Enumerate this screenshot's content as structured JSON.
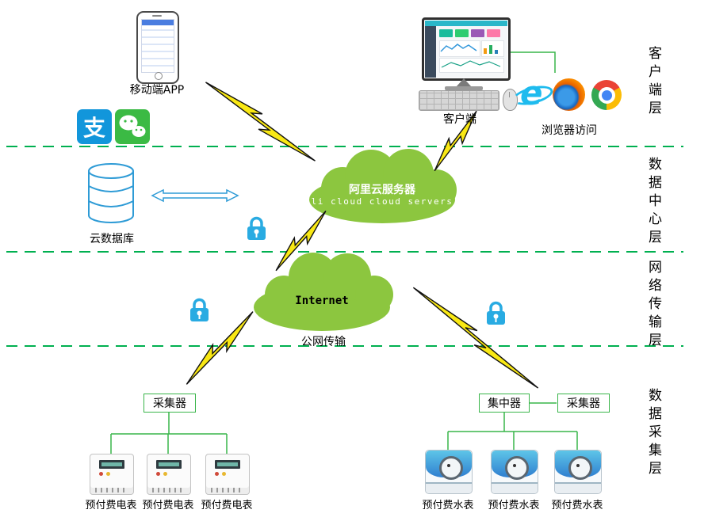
{
  "layer_labels": [
    "客户端层",
    "数据中心层",
    "网络传输层",
    "数据采集层"
  ],
  "client_layer": {
    "mobile_app": "移动端APP",
    "client": "客户端",
    "browser": "浏览器访问",
    "alipay_glyph": "支",
    "ie_glyph": "e"
  },
  "data_center": {
    "cloud_db": "云数据库",
    "ali_cloud_cn": "阿里云服务器",
    "ali_cloud_en": "li cloud  cloud servers"
  },
  "network": {
    "internet": "Internet",
    "public_transmission": "公网传输"
  },
  "collection": {
    "collector_left": "采集器",
    "concentrator": "集中器",
    "collector_right": "采集器",
    "electric_meter_labels": [
      "预付费电表",
      "预付费电表",
      "预付费电表"
    ],
    "water_meter_labels": [
      "预付费水表",
      "预付费水表",
      "预付费水表"
    ]
  },
  "icons": {
    "mobile_phone": "smartphone-icon",
    "alipay": "alipay-icon",
    "wechat": "wechat-icon",
    "desktop": "desktop-computer-icon",
    "ie": "internet-explorer-icon",
    "firefox": "firefox-icon",
    "chrome": "chrome-icon",
    "database": "database-cylinder-icon",
    "cloud": "cloud-icon",
    "lock": "security-lock-icon",
    "lightning": "lightning-link-icon"
  },
  "colors": {
    "divider_green": "#00B050",
    "connector_green": "#39B54A",
    "cloud_green": "#8CC63F",
    "lock_blue": "#29ABE2",
    "db_blue": "#2E9BD6",
    "bolt_yellow": "#F9E814"
  }
}
